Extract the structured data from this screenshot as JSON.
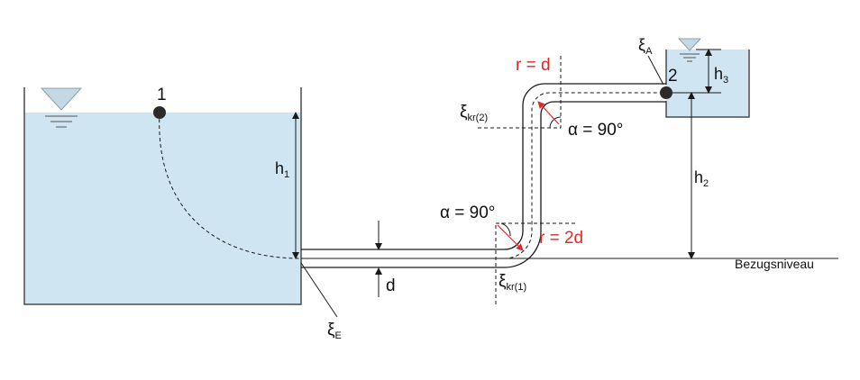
{
  "colors": {
    "water": "#cfe6f2",
    "tank_wall": "#4a4a4a",
    "line": "#1a1a1a",
    "accent": "#e02a2a",
    "point": "#2b2b2b",
    "triangle": "#c4d9e3"
  },
  "icons": {
    "water_level": "triangle-icon"
  },
  "points": {
    "p1": "1",
    "p2": "2"
  },
  "heights": {
    "h1": {
      "base": "h",
      "sub": "1"
    },
    "h2": {
      "base": "h",
      "sub": "2"
    },
    "h3": {
      "base": "h",
      "sub": "3"
    }
  },
  "pipe": {
    "diameter": "d",
    "reference_level": "Bezugsniveau"
  },
  "bends": {
    "lower_angle": "α = 90°",
    "lower_radius": "r = 2d",
    "upper_angle": "α = 90°",
    "upper_radius": "r = d"
  },
  "losses": {
    "entry": {
      "base": "ξ",
      "sub": "E"
    },
    "bend1": {
      "base": "ξ",
      "sub": "kr(1)"
    },
    "bend2": {
      "base": "ξ",
      "sub": "kr(2)"
    },
    "exit": {
      "base": "ξ",
      "sub": "A"
    }
  }
}
